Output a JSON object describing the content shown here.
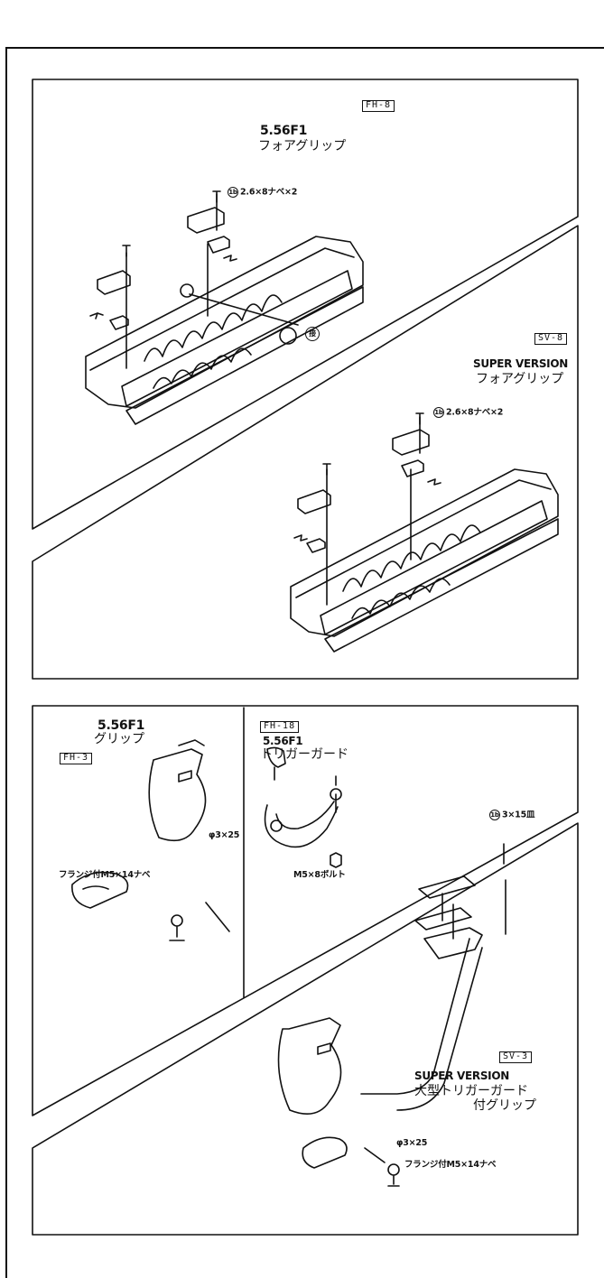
{
  "fh8": {
    "code": "FH-8",
    "title": "5.56F1",
    "subtitle": "フォアグリップ",
    "screw": "2.6×8ナベ×2",
    "screw_tag": "1b",
    "marker": "接"
  },
  "sv8": {
    "code": "SV-8",
    "title": "SUPER VERSION",
    "subtitle": "フォアグリップ",
    "screw": "2.6×8ナベ×2",
    "screw_tag": "1b"
  },
  "fh3": {
    "code": "FH-3",
    "title": "5.56F1",
    "subtitle": "グリップ",
    "pin": "φ3×25",
    "bolt": "フランジ付M5×14ナベ"
  },
  "fh18": {
    "code": "FH-18",
    "title": "5.56F1",
    "subtitle": "トリガーガード",
    "bolt": "M5×8ボルト"
  },
  "sv3": {
    "code": "SV-3",
    "title": "SUPER VERSION",
    "subtitle1": "大型トリガーガード",
    "subtitle2": "付グリップ",
    "screw": "3×15皿",
    "screw_tag": "1b",
    "pin": "φ3×25",
    "bolt": "フランジ付M5×14ナベ"
  }
}
